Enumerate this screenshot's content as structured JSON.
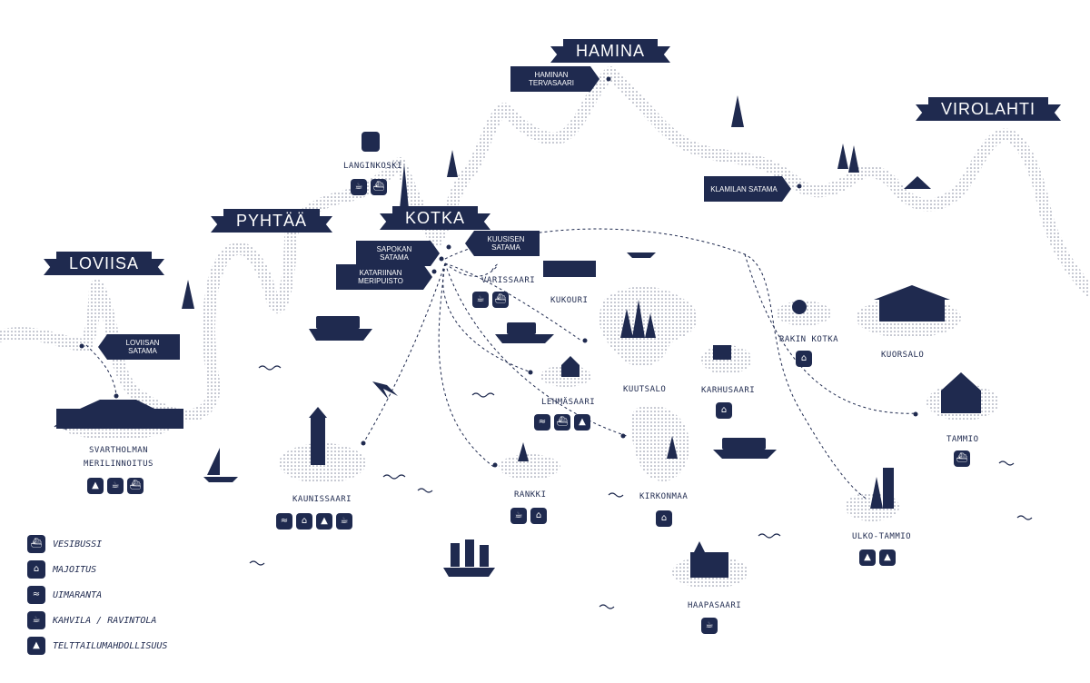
{
  "banners": {
    "loviisa": "LOVIISA",
    "pyhtaa": "PYHTÄÄ",
    "kotka": "KOTKA",
    "hamina": "HAMINA",
    "virolahti": "VIROLAHTI"
  },
  "signs": {
    "haminan_tervasaari": "HAMINAN TERVASAARI",
    "klamilan_satama": "KLAMILAN SATAMA",
    "sapokan_satama": "SAPOKAN SATAMA",
    "kuusisen_satama": "KUUSISEN SATAMA",
    "katariinan_meripuisto": "KATARIINAN MERIPUISTO",
    "loviisan_satama": "LOVIISAN SATAMA"
  },
  "places": {
    "langinkoski": "LANGINKOSKI",
    "varissaari": "VARISSAARI",
    "kukouri": "KUKOURI",
    "rakin_kotka": "RAKIN KOTKA",
    "kuorsalo": "KUORSALO",
    "lehmasaari": "LEHMÄSAARI",
    "kuutsalo": "KUUTSALO",
    "karhusaari": "KARHUSAARI",
    "tammio": "TAMMIO",
    "svartholman": "SVARTHOLMAN",
    "merilinnoitus": "MERILINNOITUS",
    "kaunissaari": "KAUNISSAARI",
    "rankki": "RANKKI",
    "kirkonmaa": "KIRKONMAA",
    "ulko_tammio": "ULKO-TAMMIO",
    "haapasaari": "HAAPASAARI"
  },
  "legend": [
    {
      "icon": "boat-icon",
      "label": "VESIBUSSI"
    },
    {
      "icon": "house-icon",
      "label": "MAJOITUS"
    },
    {
      "icon": "beach-icon",
      "label": "UIMARANTA"
    },
    {
      "icon": "cup-icon",
      "label": "KAHVILA / RAVINTOLA"
    },
    {
      "icon": "tent-icon",
      "label": "TELTTAILUMAHDOLLISUUS"
    }
  ],
  "colors": {
    "navy": "#1f2a4f",
    "background": "#ffffff"
  }
}
